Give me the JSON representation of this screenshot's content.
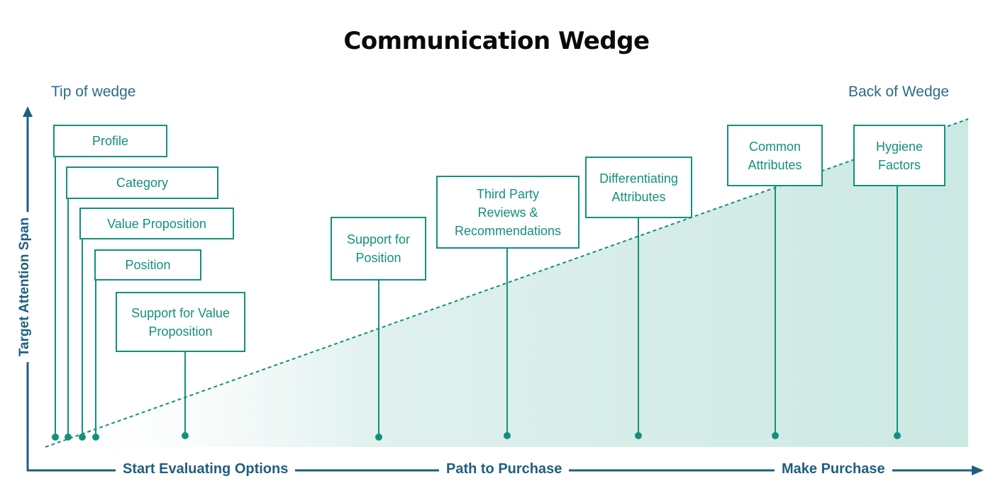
{
  "title": "Communication Wedge",
  "corner_labels": {
    "tip": "Tip of wedge",
    "back": "Back of Wedge"
  },
  "axes": {
    "y_label": "Target Attention Span",
    "x_labels": [
      "Start Evaluating Options",
      "Path to Purchase",
      "Make Purchase"
    ]
  },
  "boxes": [
    {
      "id": "profile",
      "label": "Profile"
    },
    {
      "id": "category",
      "label": "Category"
    },
    {
      "id": "value-proposition",
      "label": "Value Proposition"
    },
    {
      "id": "position",
      "label": "Position"
    },
    {
      "id": "support-for-value-proposition",
      "label": "Support for Value\nProposition"
    },
    {
      "id": "support-for-position",
      "label": "Support for\nPosition"
    },
    {
      "id": "third-party-reviews",
      "label": "Third Party\nReviews &\nRecommendations"
    },
    {
      "id": "differentiating-attributes",
      "label": "Differentiating\nAttributes"
    },
    {
      "id": "common-attributes",
      "label": "Common\nAttributes"
    },
    {
      "id": "hygiene-factors",
      "label": "Hygiene\nFactors"
    }
  ],
  "colors": {
    "accent": "#13907c",
    "axis": "#1e5f80",
    "wedge_fill": "#cce8e3",
    "title": "#0a0a0a"
  }
}
